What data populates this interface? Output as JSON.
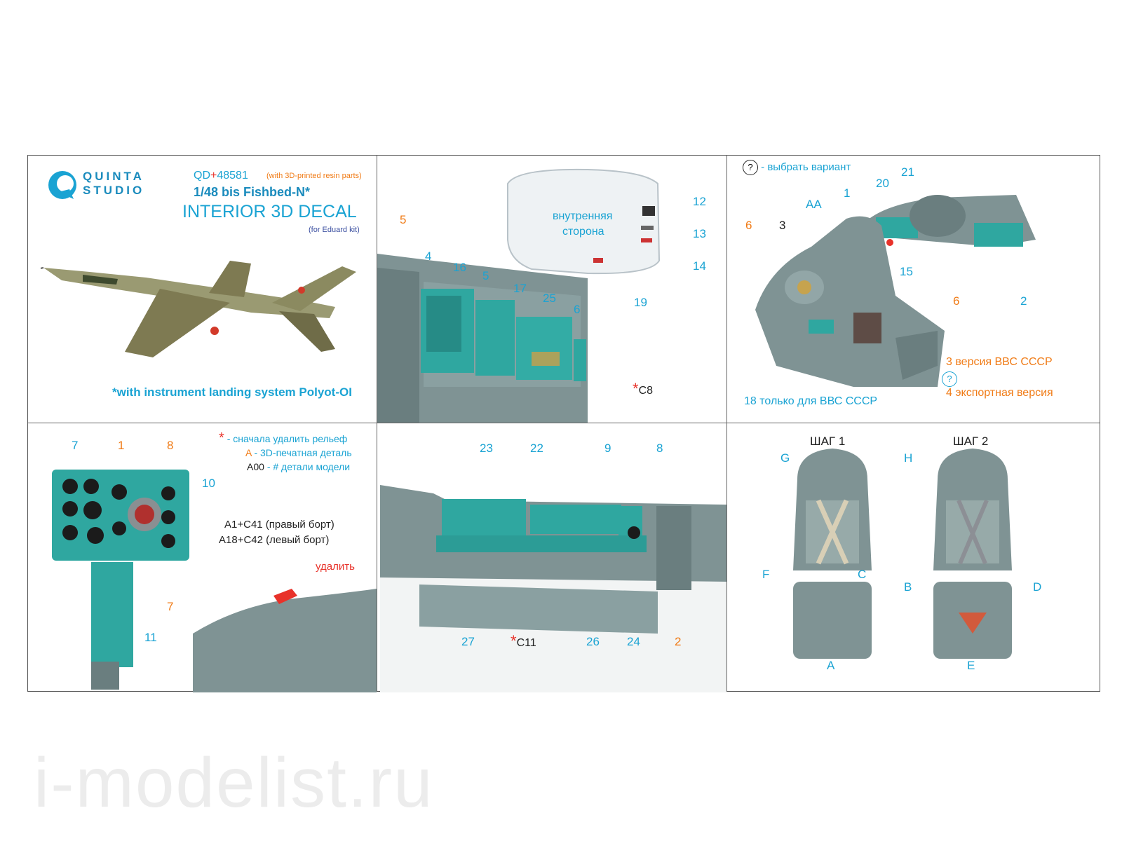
{
  "brand": {
    "line1": "QUINTA",
    "line2": "STUDIO"
  },
  "product": {
    "code_prefix": "QD",
    "code_plus": "+",
    "code_number": "48581",
    "resin_note": "(with 3D-printed resin parts)",
    "scale_title": "1/48 bis Fishbed-N*",
    "main_title": "INTERIOR 3D DECAL",
    "kit_note": "(for Eduard kit)",
    "footnote": "*with instrument landing system Polyot-OI"
  },
  "panel2": {
    "canopy_text_1": "внутренняя",
    "canopy_text_2": "сторона",
    "labels": [
      "5",
      "4",
      "16",
      "5",
      "17",
      "25",
      "6",
      "12",
      "13",
      "14",
      "19"
    ],
    "star": "*",
    "c8": "C8"
  },
  "panel3": {
    "legend_mark": "?",
    "legend_text": "- выбрать вариант",
    "labels": [
      "21",
      "20",
      "1",
      "AA",
      "6",
      "3",
      "15",
      "6",
      "2"
    ],
    "note_ussr": "18 только для ВВС СССР",
    "version_3": "3 версия ВВС СССР",
    "version_4": "4 экспортная версия",
    "q_mark": "?"
  },
  "panel4": {
    "legend_star": "*",
    "legend_star_text": "- сначала удалить рельеф",
    "legend_a": "A",
    "legend_a_text": "- 3D-печатная деталь",
    "legend_a00": "A00",
    "legend_a00_text": "- # детали модели",
    "labels": [
      "7",
      "1",
      "8",
      "10",
      "7",
      "11"
    ],
    "right_side": "A1+C41 (правый борт)",
    "left_side": "A18+C42 (левый борт)",
    "remove": "удалить"
  },
  "panel5": {
    "labels_top": [
      "23",
      "22",
      "9",
      "8"
    ],
    "labels_bottom": [
      "27",
      "26",
      "24",
      "2"
    ],
    "star": "*",
    "c11": "C11"
  },
  "panel6": {
    "step1": "ШАГ 1",
    "step2": "ШАГ 2",
    "labels1": [
      "G",
      "F",
      "C",
      "A"
    ],
    "labels2": [
      "H",
      "B",
      "D",
      "E"
    ]
  },
  "watermark": "i-modelist.ru",
  "colors": {
    "cyan": "#1aa3d3",
    "orange": "#f07b16",
    "red": "#e8322a",
    "panel_teal": "#2fa7a0",
    "part_grey": "#7f9394"
  }
}
